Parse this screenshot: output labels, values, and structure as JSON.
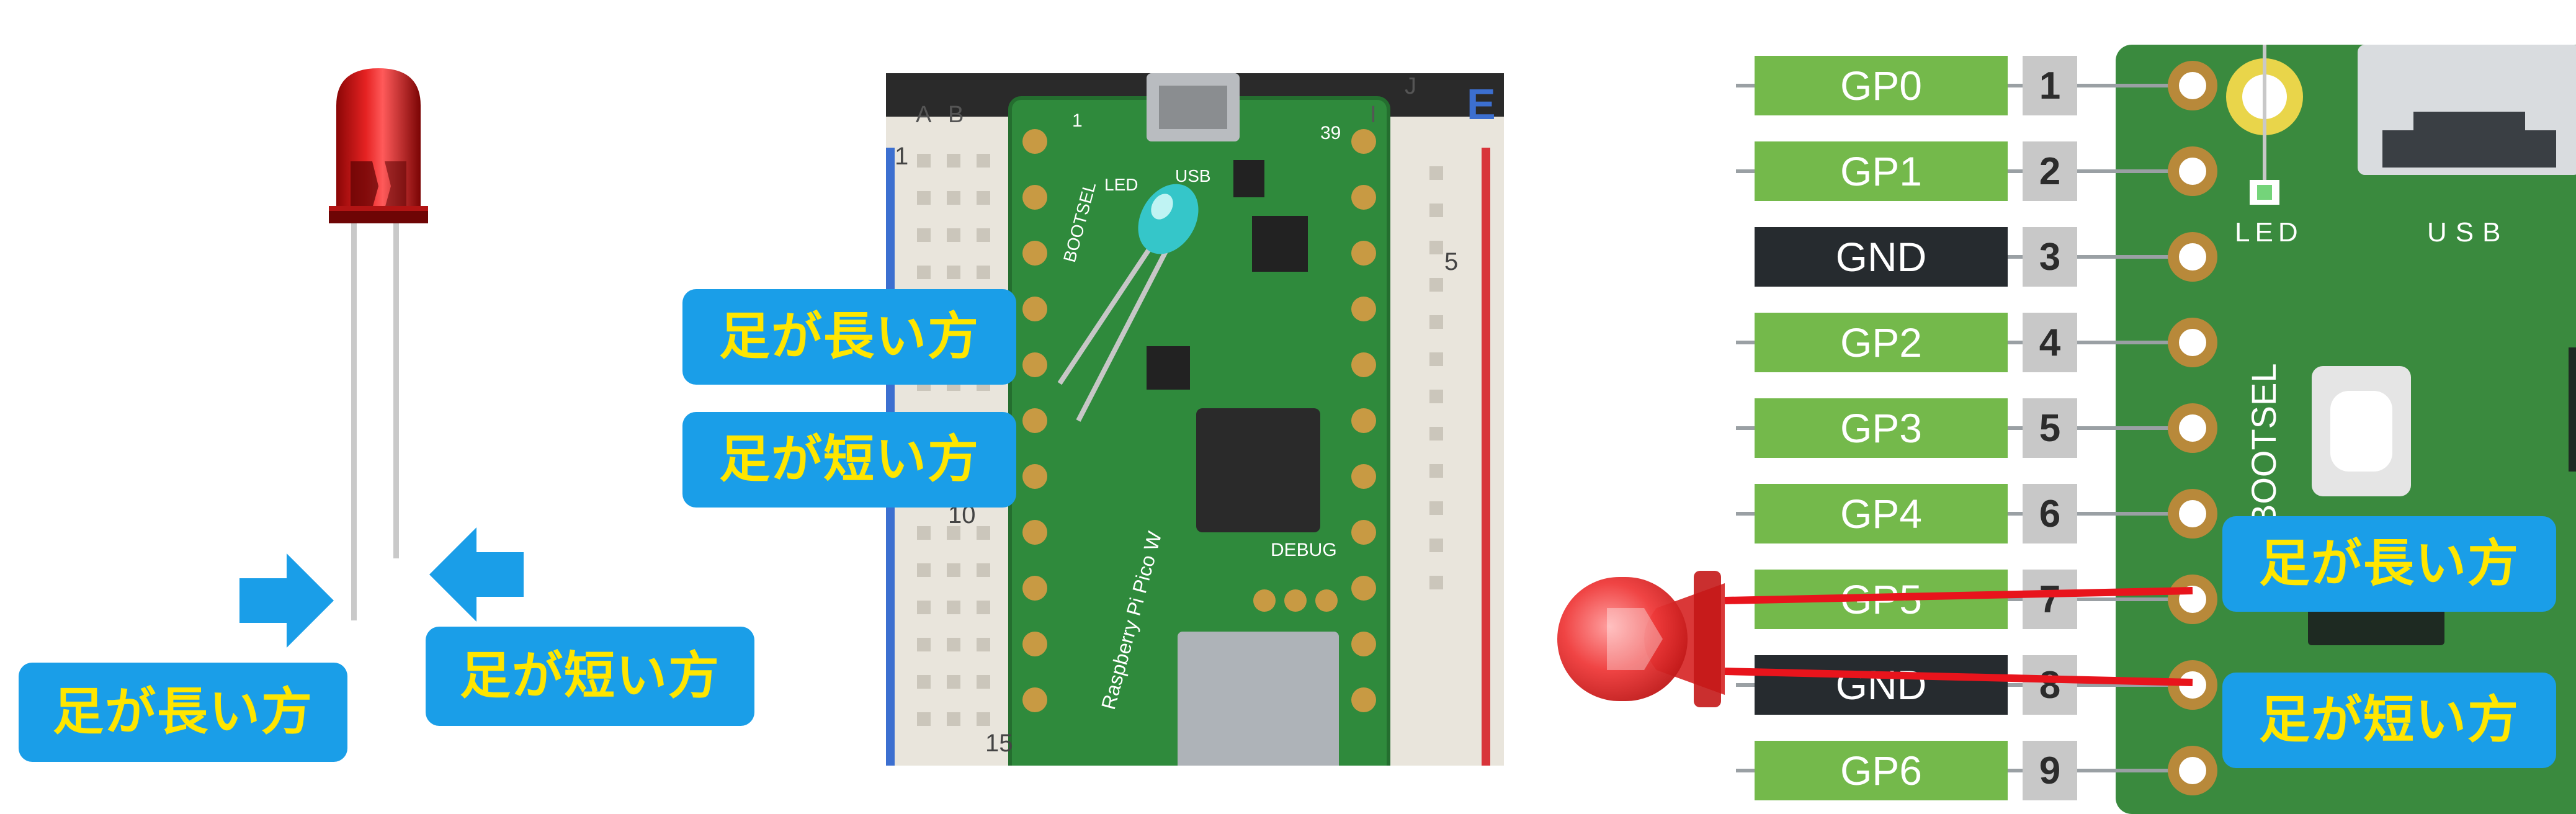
{
  "panel_left": {
    "callout_long": "足が長い方",
    "callout_short": "足が短い方",
    "led_color": "#d11414"
  },
  "panel_middle": {
    "callout_long": "足が長い方",
    "callout_short": "足が短い方",
    "board_text": {
      "usb": "USB",
      "led": "LED",
      "debug": "DEBUG",
      "brand": "Raspberry Pi Pico W",
      "col_a": "A",
      "col_b": "B",
      "col_i": "I",
      "col_j": "J",
      "row_1": "1",
      "row_5": "5",
      "row_10": "10",
      "row_15": "15",
      "pin_1": "1",
      "pin_39": "39",
      "edge_text": "E",
      "bootsel": "BOOTSEL"
    }
  },
  "panel_right": {
    "pins": [
      {
        "label": "GP0",
        "num": "1",
        "type": "gp"
      },
      {
        "label": "GP1",
        "num": "2",
        "type": "gp"
      },
      {
        "label": "GND",
        "num": "3",
        "type": "gnd"
      },
      {
        "label": "GP2",
        "num": "4",
        "type": "gp"
      },
      {
        "label": "GP3",
        "num": "5",
        "type": "gp"
      },
      {
        "label": "GP4",
        "num": "6",
        "type": "gp"
      },
      {
        "label": "GP5",
        "num": "7",
        "type": "gp"
      },
      {
        "label": "GND",
        "num": "8",
        "type": "gnd"
      },
      {
        "label": "GP6",
        "num": "9",
        "type": "gp"
      }
    ],
    "board_pin_1": "1",
    "board_pin_2": "2",
    "board_led": "LED",
    "board_usb": "USB",
    "board_bootsel": "BOOTSEL",
    "callout_long": "足が長い方",
    "callout_short": "足が短い方",
    "wire_color": "#e8141c",
    "board_color": "#3a8a3e"
  },
  "colors": {
    "callout_bg": "#1a9ee8",
    "callout_text": "#ffe600",
    "arrow": "#1a9ee8",
    "gp_label": "#74b94b",
    "gnd_label": "#262b2f",
    "pin_number_bg": "#c8c8c8"
  }
}
